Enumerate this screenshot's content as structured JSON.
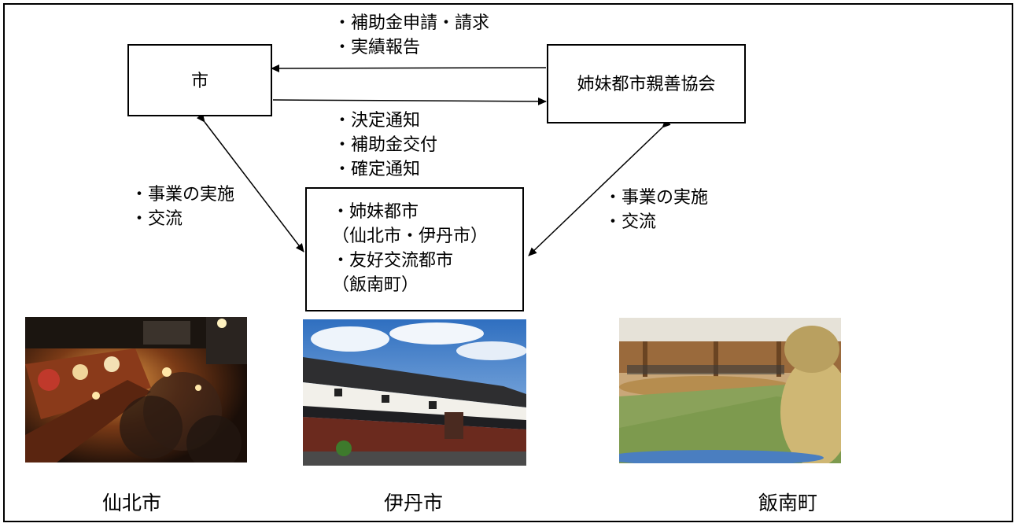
{
  "nodes": {
    "city": "市",
    "association": "姉妹都市親善協会",
    "partners": [
      "・姉妹都市",
      "（仙北市・伊丹市）",
      "・友好交流都市",
      "（飯南町）"
    ]
  },
  "flows": {
    "to_city": [
      "・補助金申請・請求",
      "・実績報告"
    ],
    "to_association": [
      "・決定通知",
      "・補助金交付",
      "・確定通知"
    ],
    "city_partners": [
      "・事業の実施",
      "・交流"
    ],
    "association_partners": [
      "・事業の実施",
      "・交流"
    ]
  },
  "photos": [
    {
      "caption": "仙北市",
      "subject": "night festival crowd"
    },
    {
      "caption": "伊丹市",
      "subject": "traditional sake brewery building"
    },
    {
      "caption": "飯南町",
      "subject": "giant straw rope making in hall"
    }
  ]
}
